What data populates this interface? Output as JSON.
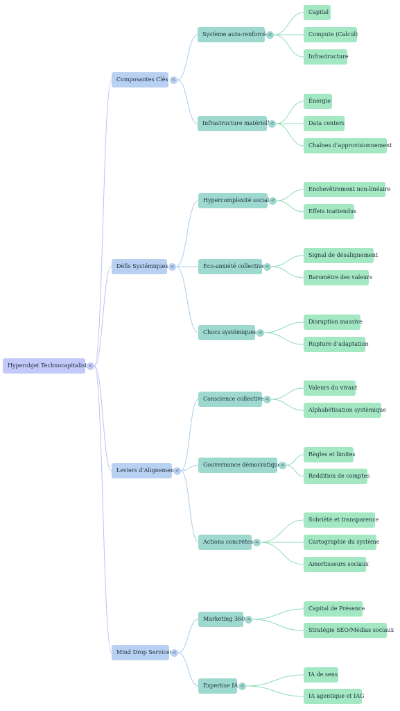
{
  "diagram": {
    "toggle_glyph": "<",
    "colors": {
      "root": "#c3c9f8",
      "category": "#b8d0f1",
      "topic": "#9ed9cf",
      "leaf": "#a3e8c2",
      "link_root": "#b9c3f2",
      "link_category": "#a9cdec",
      "link_topic": "#8fdcb8"
    },
    "root": {
      "label": "Hyperobjet Technocapitaliste",
      "children": [
        {
          "label": "Composantes Clés",
          "children": [
            {
              "label": "Système auto-renforcé",
              "children": [
                {
                  "label": "Capital"
                },
                {
                  "label": "Compute (Calcul)"
                },
                {
                  "label": "Infrastructure"
                }
              ]
            },
            {
              "label": "Infrastructure matérielle",
              "children": [
                {
                  "label": "Énergie"
                },
                {
                  "label": "Data centers"
                },
                {
                  "label": "Chaînes d'approvisionnement"
                }
              ]
            }
          ]
        },
        {
          "label": "Défis Systémiques",
          "children": [
            {
              "label": "Hypercomplexité sociale",
              "children": [
                {
                  "label": "Enchevêtrement non-linéaire"
                },
                {
                  "label": "Effets inattendus"
                }
              ]
            },
            {
              "label": "Éco-anxiété collective",
              "children": [
                {
                  "label": "Signal de désalignement"
                },
                {
                  "label": "Baromètre des valeurs"
                }
              ]
            },
            {
              "label": "Chocs systémiques",
              "children": [
                {
                  "label": "Disruption massive"
                },
                {
                  "label": "Rupture d'adaptation"
                }
              ]
            }
          ]
        },
        {
          "label": "Leviers d'Alignement",
          "children": [
            {
              "label": "Conscience collective",
              "children": [
                {
                  "label": "Valeurs du vivant"
                },
                {
                  "label": "Alphabétisation systémique"
                }
              ]
            },
            {
              "label": "Gouvernance démocratique",
              "children": [
                {
                  "label": "Règles et limites"
                },
                {
                  "label": "Reddition de comptes"
                }
              ]
            },
            {
              "label": "Actions concrètes",
              "children": [
                {
                  "label": "Sobriété et transparence"
                },
                {
                  "label": "Cartographie du système"
                },
                {
                  "label": "Amortisseurs sociaux"
                }
              ]
            }
          ]
        },
        {
          "label": "Mind Drop Services",
          "children": [
            {
              "label": "Marketing 360",
              "children": [
                {
                  "label": "Capital de Présence"
                },
                {
                  "label": "Stratégie SEO/Médias sociaux"
                }
              ]
            },
            {
              "label": "Expertise IA",
              "children": [
                {
                  "label": "IA de sens"
                },
                {
                  "label": "IA agentique et IAG"
                }
              ]
            }
          ]
        }
      ]
    }
  }
}
